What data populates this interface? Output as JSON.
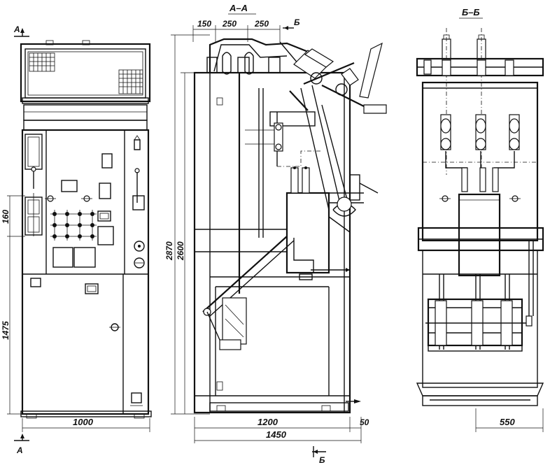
{
  "labels": {
    "section_aa": "A–A",
    "section_bb": "Б–Б",
    "marker_a_top": "A",
    "marker_a_bottom": "A",
    "marker_b_top": "Б",
    "marker_b_bottom": "Б"
  },
  "dimensions": {
    "front_width": "1000",
    "front_h_160": "160",
    "front_h_1475": "1475",
    "side_150": "150",
    "side_250a": "250",
    "side_250b": "250",
    "side_2870": "2870",
    "side_2600": "2600",
    "side_1200": "1200",
    "side_50": "50",
    "side_1450": "1450",
    "right_550": "550"
  }
}
